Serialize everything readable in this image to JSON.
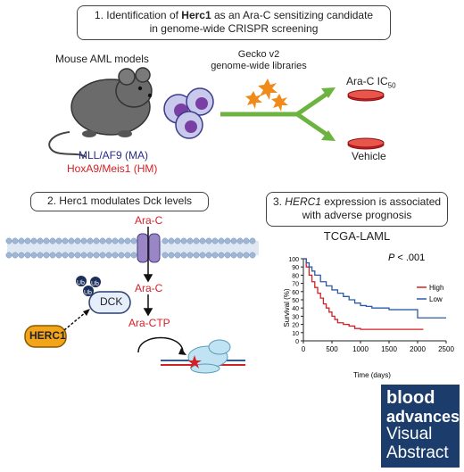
{
  "step1": {
    "line1_pre": "1. Identification of ",
    "line1_bold": "Herc1",
    "line1_post": " as an Ara-C sensitizing candidate",
    "line2": "in genome-wide CRISPR screening"
  },
  "mouse_models": "Mouse AML models",
  "gecko_line1": "Gecko v2",
  "gecko_line2": "genome-wide libraries",
  "ma_label": "MLL/AF9 (MA)",
  "hm_label": "HoxA9/Meis1 (HM)",
  "ic50_label": "Ara-C IC",
  "ic50_sub": "50",
  "vehicle_label": "Vehicle",
  "step2": "2. Herc1 modulates Dck levels",
  "arac_top": "Ara-C",
  "arac_mid": "Ara-C",
  "aractp": "Ara-CTP",
  "dck": "DCK",
  "ub": "Ub",
  "herc1": "HERC1",
  "step3": {
    "line1_num": "3. ",
    "line1_ital": "HERC1",
    "line1_post": " expression is associated",
    "line2": "with adverse prognosis"
  },
  "blood_advances": {
    "word1": "blood",
    "word2": "advances",
    "word3": "Visual",
    "word4": "Abstract"
  },
  "colors": {
    "high": "#d42027",
    "low": "#2b5ba8",
    "arrow_green": "#6cb33f",
    "herc1": "#f2a51a"
  },
  "chart_data": {
    "type": "line",
    "title": "TCGA-LAML",
    "xlabel": "Time (days)",
    "ylabel": "Survival (%)",
    "annotation": "P < .001",
    "xlim": [
      0,
      2500
    ],
    "ylim": [
      0,
      100
    ],
    "xticks": [
      0,
      500,
      1000,
      1500,
      2000,
      2500
    ],
    "yticks": [
      0,
      10,
      20,
      30,
      40,
      50,
      60,
      70,
      80,
      90,
      100
    ],
    "legend_position": "right",
    "series": [
      {
        "name": "High",
        "x": [
          0,
          50,
          100,
          150,
          200,
          250,
          300,
          350,
          400,
          450,
          500,
          550,
          600,
          700,
          800,
          900,
          1000,
          2100
        ],
        "y": [
          100,
          90,
          80,
          72,
          65,
          58,
          52,
          45,
          40,
          35,
          30,
          26,
          22,
          20,
          18,
          15,
          14,
          14
        ]
      },
      {
        "name": "Low",
        "x": [
          0,
          50,
          100,
          150,
          200,
          300,
          400,
          500,
          600,
          700,
          800,
          900,
          1000,
          1100,
          1200,
          1500,
          1700,
          2000,
          2100,
          2500
        ],
        "y": [
          100,
          95,
          90,
          85,
          80,
          72,
          67,
          62,
          58,
          54,
          50,
          46,
          43,
          42,
          40,
          38,
          38,
          28,
          28,
          28
        ]
      }
    ]
  }
}
